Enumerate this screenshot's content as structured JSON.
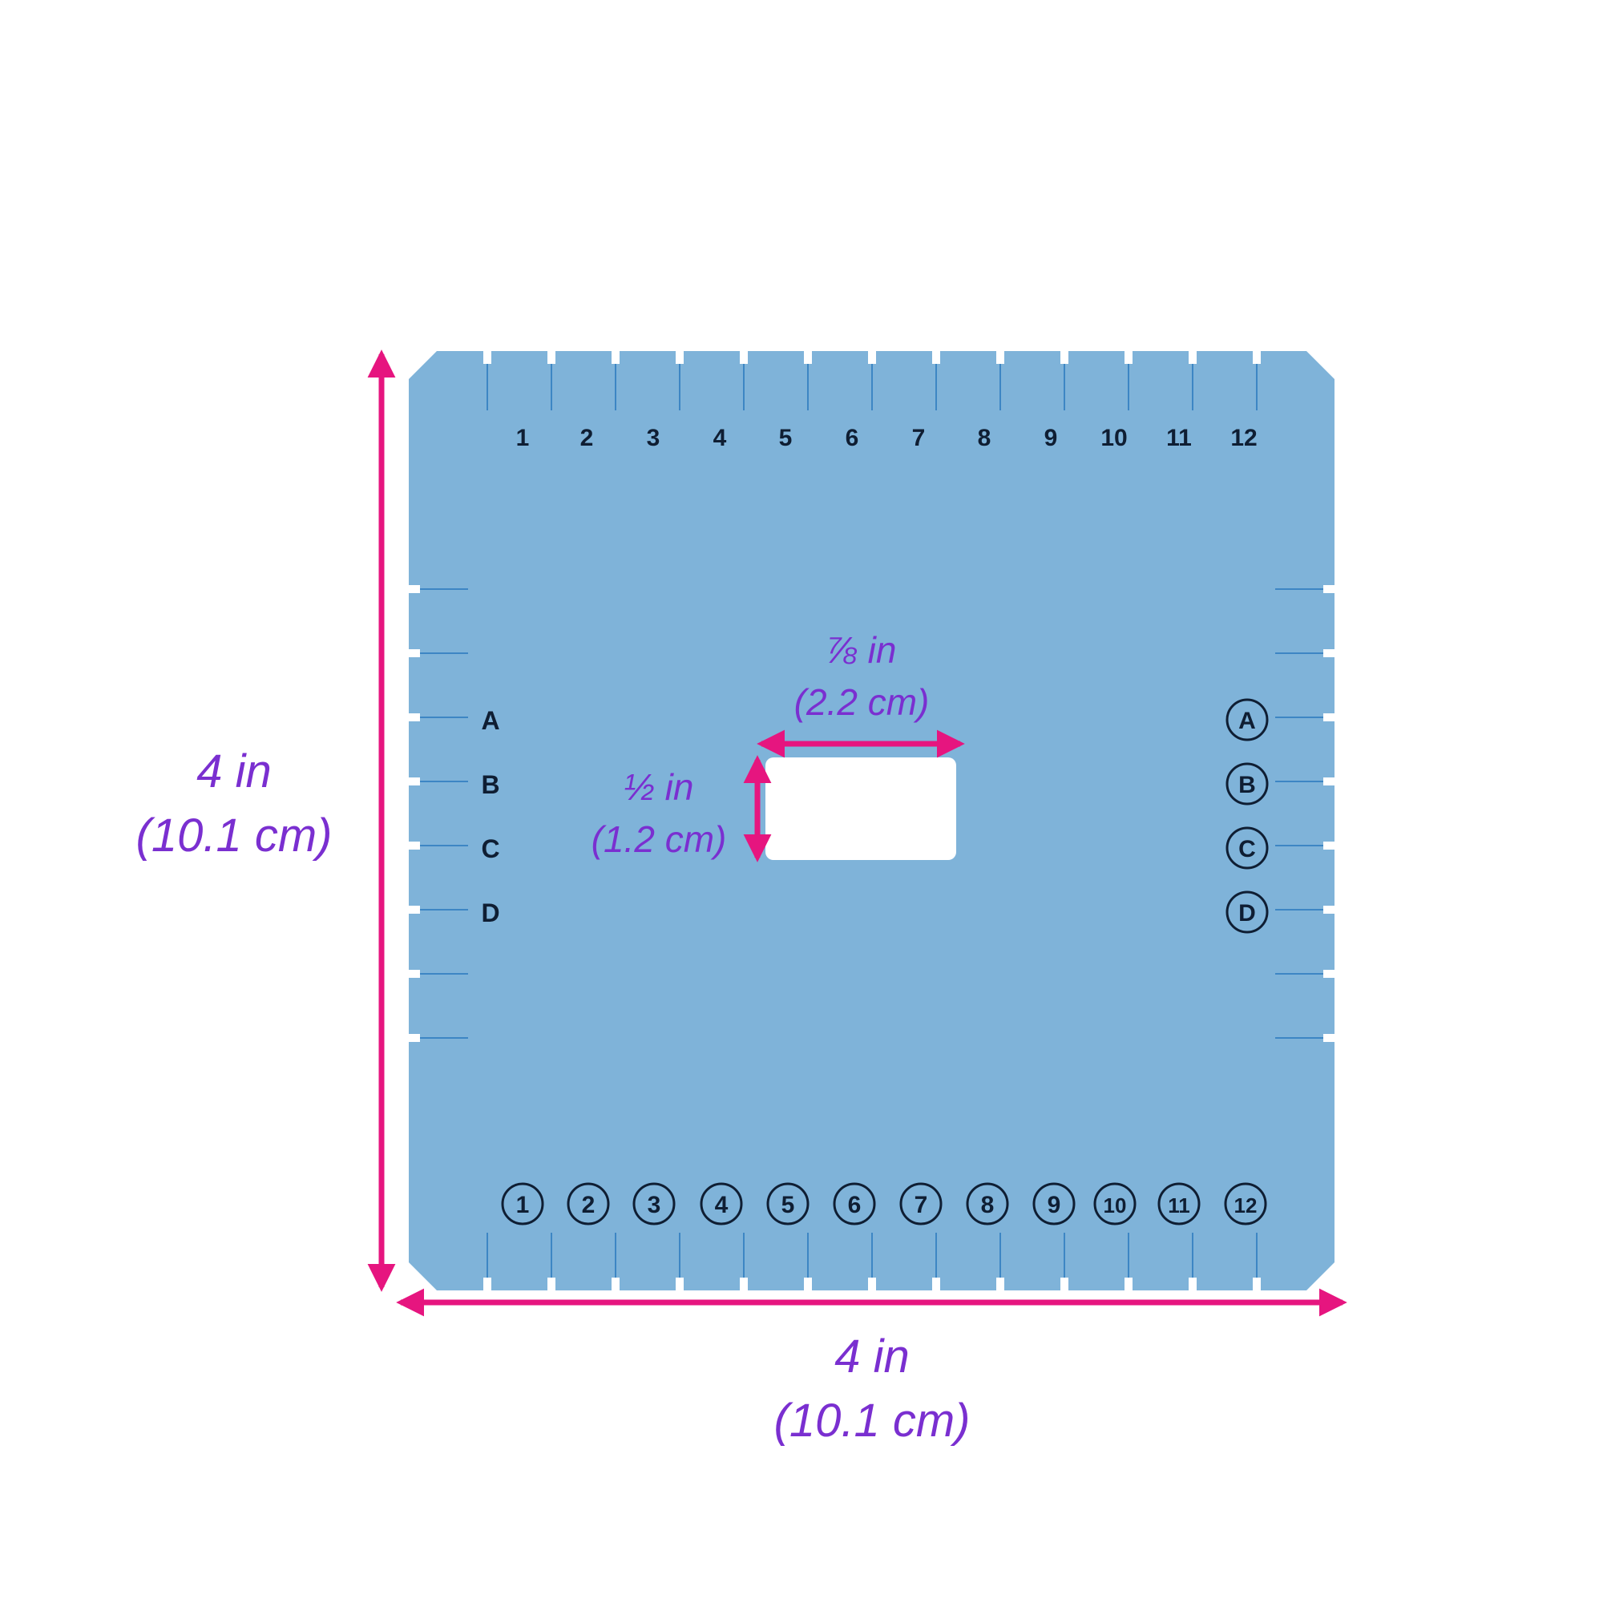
{
  "colors": {
    "background": "#ffffff",
    "board": "#7fb3d9",
    "board_shade": "#6fa6cf",
    "slit": "#3d86c4",
    "label_text": "#0f1e33",
    "arrow": "#e6157f",
    "dimension_text": "#7a2fd0",
    "hole": "#ffffff"
  },
  "board": {
    "top_numbers": [
      "1",
      "2",
      "3",
      "4",
      "5",
      "6",
      "7",
      "8",
      "9",
      "10",
      "11",
      "12"
    ],
    "bottom_numbers": [
      "1",
      "2",
      "3",
      "4",
      "5",
      "6",
      "7",
      "8",
      "9",
      "10",
      "11",
      "12"
    ],
    "left_letters": [
      "A",
      "B",
      "C",
      "D"
    ],
    "right_letters": [
      "A",
      "B",
      "C",
      "D"
    ]
  },
  "dimensions": {
    "height": {
      "line1": "4 in",
      "line2": "(10.1 cm)"
    },
    "width": {
      "line1": "4 in",
      "line2": "(10.1 cm)"
    },
    "hole_width": {
      "line1": "⅞ in",
      "line2": "(2.2 cm)"
    },
    "hole_height": {
      "line1": "½ in",
      "line2": "(1.2 cm)"
    }
  }
}
